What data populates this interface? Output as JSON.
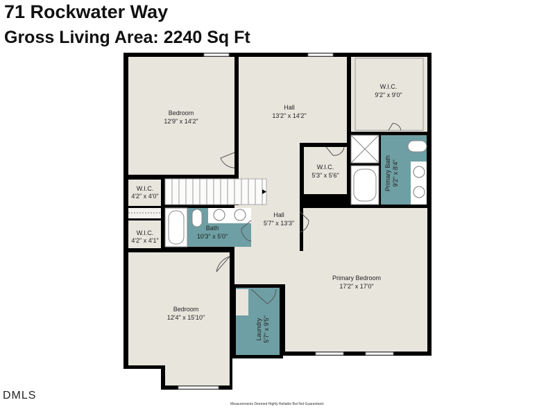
{
  "header": {
    "address": "71 Rockwater Way",
    "gla": "Gross Living Area: 2240 Sq Ft"
  },
  "rooms": {
    "bedroom_nw": {
      "name": "Bedroom",
      "dims": "12'9\" x 14'2\""
    },
    "hall_top": {
      "name": "Hall",
      "dims": "13'2\" x 14'2\""
    },
    "wic_ne": {
      "name": "W.I.C.",
      "dims": "9'2\" x 9'0\""
    },
    "wic_mid": {
      "name": "W.I.C.",
      "dims": "5'3\" x 5'6\""
    },
    "primary_bath": {
      "name": "Primary Bath",
      "dims": "9'2\" x 8'4\""
    },
    "wic_w1": {
      "name": "W.I.C.",
      "dims": "4'2\" x 4'0\""
    },
    "wic_w2": {
      "name": "W.I.C.",
      "dims": "4'2\" x 4'1\""
    },
    "bath": {
      "name": "Bath",
      "dims": "10'3\" x 5'0\""
    },
    "hall_lower": {
      "name": "Hall",
      "dims": "5'7\" x 13'3\""
    },
    "primary_bedroom": {
      "name": "Primary Bedroom",
      "dims": "17'2\" x 17'0\""
    },
    "bedroom_sw": {
      "name": "Bedroom",
      "dims": "12'4\" x 15'10\""
    },
    "laundry": {
      "name": "Laundry",
      "dims": "5'7\" x 9'5\""
    }
  },
  "footer": {
    "logo": "DMLS",
    "disclaimer": "Measurements Deemed Highly Reliable But Not Guaranteed."
  },
  "colors": {
    "floor": "#e8e5dd",
    "wet": "#6e9fa4",
    "wall": "#000000"
  }
}
